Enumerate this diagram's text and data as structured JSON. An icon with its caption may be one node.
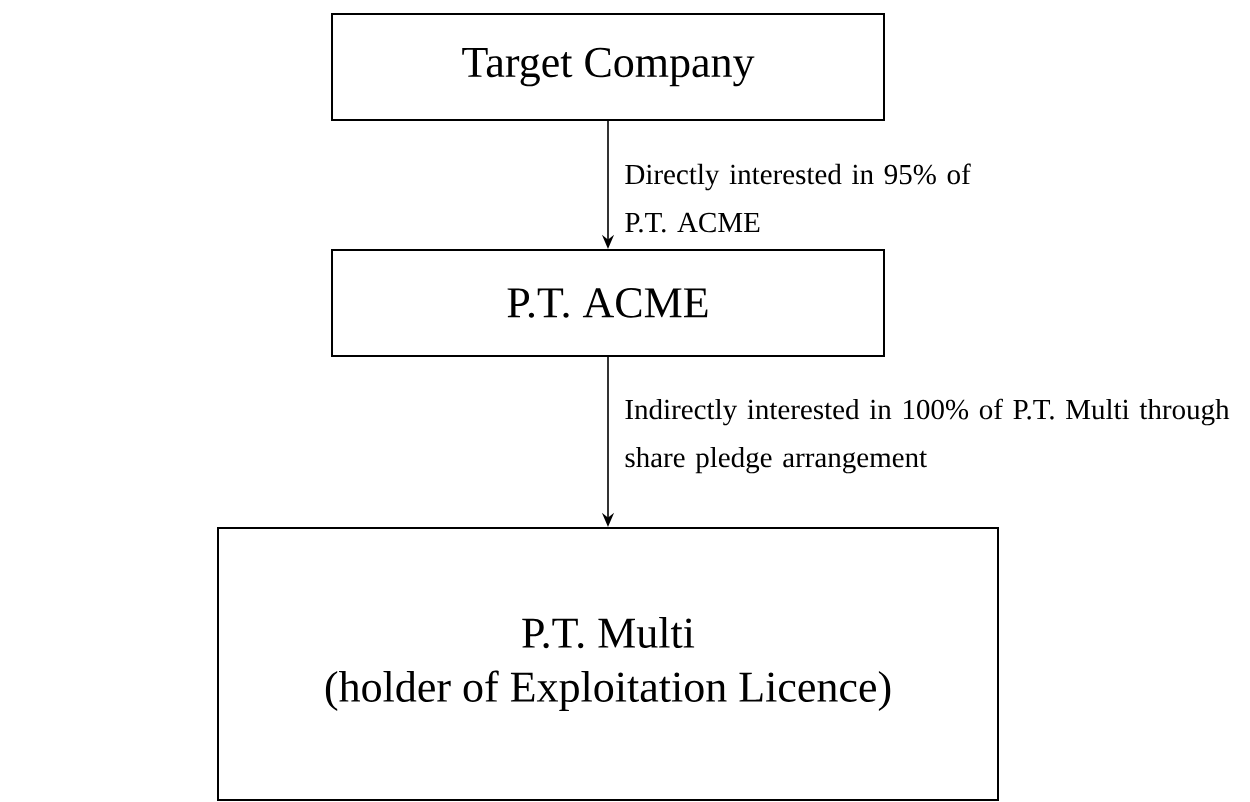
{
  "diagram": {
    "nodes": [
      {
        "text": [
          "Target Company"
        ]
      },
      {
        "text": [
          "P.T. ACME"
        ]
      },
      {
        "text": [
          "P.T. Multi",
          "(holder of Exploitation Licence)"
        ]
      }
    ],
    "edges": [
      {
        "from": 0,
        "to": 1,
        "arrow": "to",
        "label": "Directly interested in 95% of P.T. ACME"
      },
      {
        "from": 1,
        "to": 2,
        "arrow": "to",
        "label": "Indirectly interested in 100% of P.T. Multi through share pledge arrangement"
      }
    ]
  }
}
